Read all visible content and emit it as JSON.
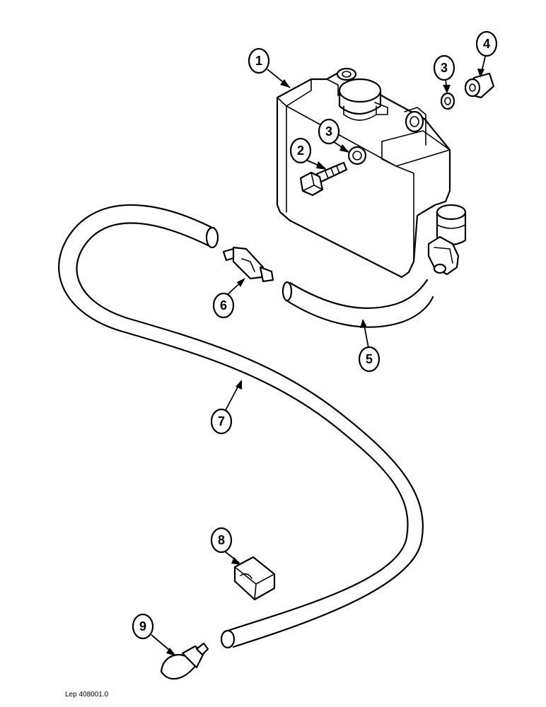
{
  "callouts": [
    {
      "id": "1",
      "label": "1"
    },
    {
      "id": "2",
      "label": "2"
    },
    {
      "id": "3a",
      "label": "3"
    },
    {
      "id": "3b",
      "label": "3"
    },
    {
      "id": "4",
      "label": "4"
    },
    {
      "id": "5",
      "label": "5"
    },
    {
      "id": "6",
      "label": "6"
    },
    {
      "id": "7",
      "label": "7"
    },
    {
      "id": "8",
      "label": "8"
    },
    {
      "id": "9",
      "label": "9"
    }
  ],
  "reference": "Lep 408001.0"
}
